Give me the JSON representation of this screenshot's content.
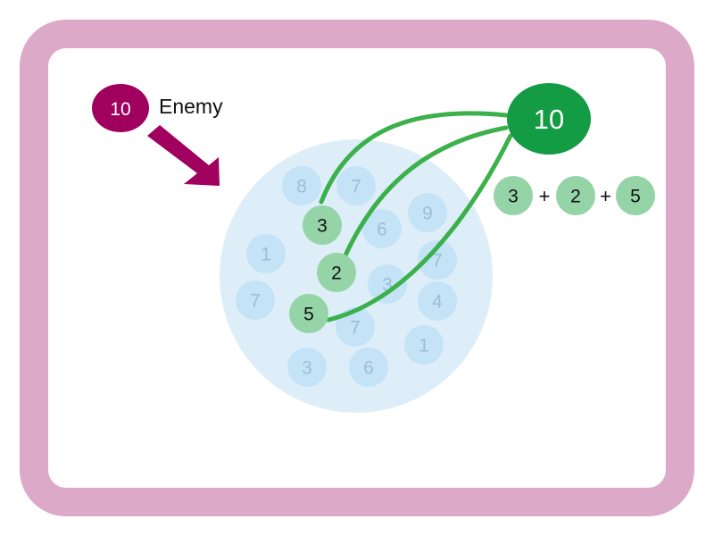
{
  "colors": {
    "frame": "#dda9c8",
    "enemy": "#a0005e",
    "target": "#139c43",
    "selected": "#94d4a7",
    "pool": "#ddeef9",
    "bubble": "#c4e3f7",
    "bubble_text": "#9fbdd3",
    "link": "#3bb04b"
  },
  "enemy": {
    "value": "10",
    "label": "Enemy"
  },
  "target": {
    "value": "10"
  },
  "equation": {
    "terms": [
      "3",
      "2",
      "5"
    ],
    "operator": "+"
  },
  "pool": {
    "bubbles": [
      "8",
      "7",
      "9",
      "6",
      "1",
      "7",
      "7",
      "3",
      "4",
      "7",
      "1",
      "3",
      "6"
    ],
    "selected": [
      "3",
      "2",
      "5"
    ]
  }
}
